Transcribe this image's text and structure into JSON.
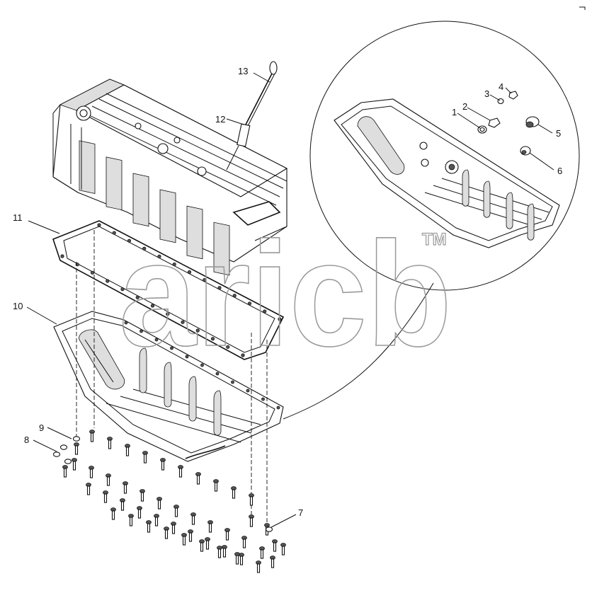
{
  "diagram": {
    "callouts": [
      {
        "id": "c1",
        "label": "1"
      },
      {
        "id": "c2",
        "label": "2"
      },
      {
        "id": "c3",
        "label": "3"
      },
      {
        "id": "c4",
        "label": "4"
      },
      {
        "id": "c5",
        "label": "5"
      },
      {
        "id": "c6",
        "label": "6"
      },
      {
        "id": "c7",
        "label": "7"
      },
      {
        "id": "c8",
        "label": "8"
      },
      {
        "id": "c9",
        "label": "9"
      },
      {
        "id": "c10",
        "label": "10"
      },
      {
        "id": "c11",
        "label": "11"
      },
      {
        "id": "c12",
        "label": "12"
      },
      {
        "id": "c13",
        "label": "13"
      }
    ],
    "watermark": {
      "text": "aricb",
      "trademark": "TM"
    },
    "colors": {
      "ink": "#111111",
      "watermark": "#9a9a9a",
      "background": "#ffffff"
    }
  }
}
